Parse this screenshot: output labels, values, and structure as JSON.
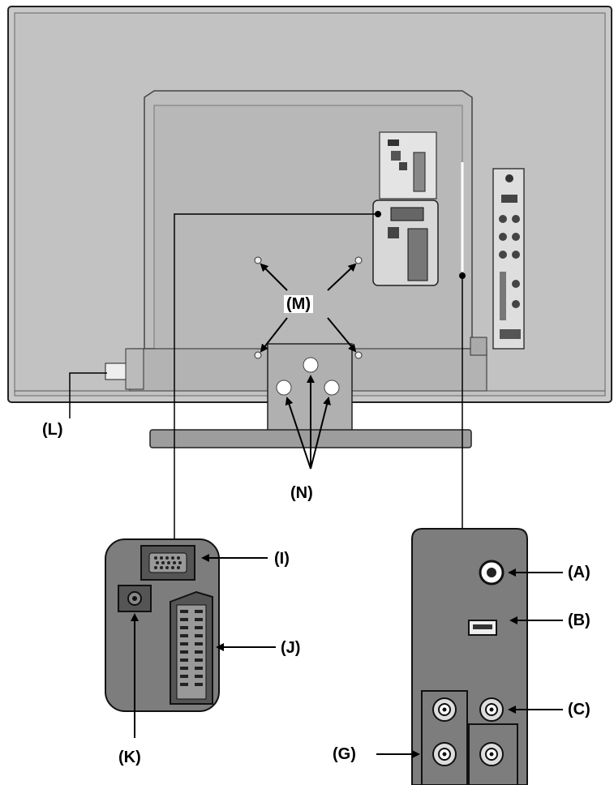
{
  "labels": {
    "A": "(A)",
    "B": "(B)",
    "C": "(C)",
    "G": "(G)",
    "I": "(I)",
    "J": "(J)",
    "K": "(K)",
    "L": "(L)",
    "M": "(M)",
    "N": "(N)"
  },
  "colors": {
    "tv_body": "#c8c8c8",
    "tv_inner": "#b9b9b9",
    "panel": "#7f7f7f",
    "panel_border": "#1a1a1a",
    "line": "#000000",
    "hole": "#ffffff"
  }
}
